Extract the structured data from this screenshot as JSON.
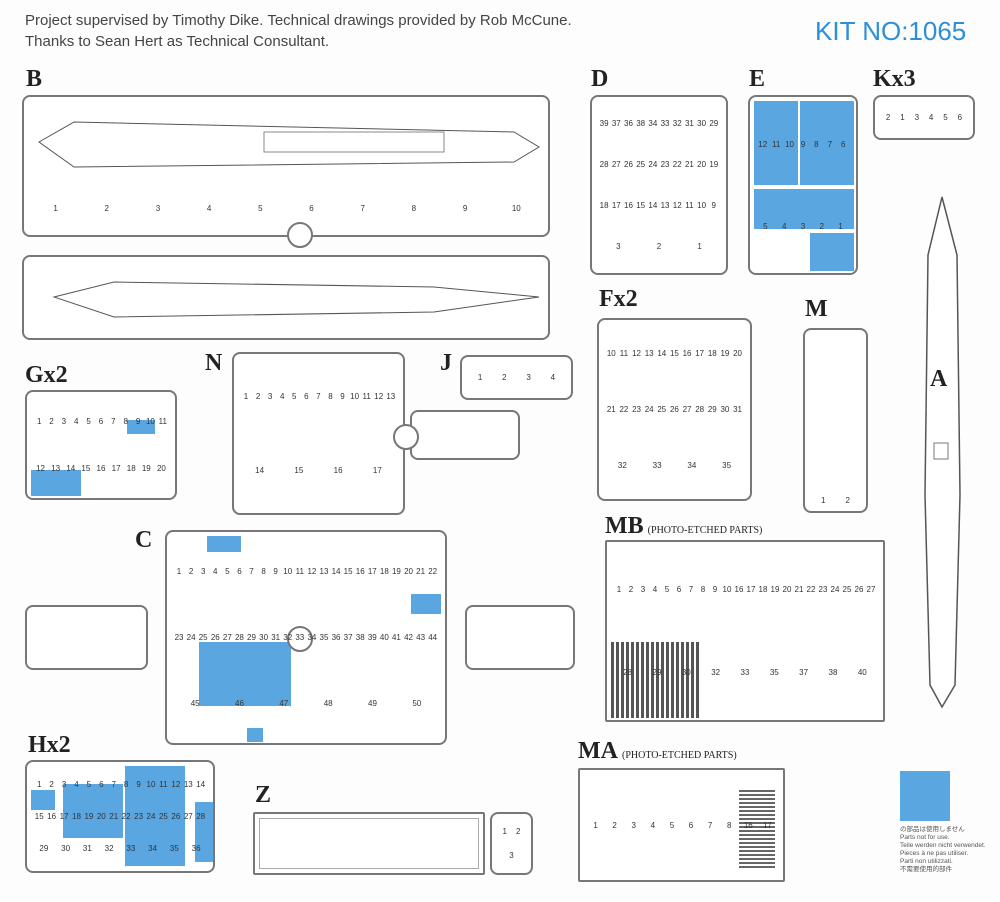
{
  "credits": {
    "line1": "Project supervised by Timothy Dike. Technical drawings provided by Rob McCune.",
    "line2": "Thanks to Sean Hert as Technical Consultant."
  },
  "kit_number": "KIT NO:1065",
  "colors": {
    "unused_parts": "#5aa6e0",
    "kit_number": "#2d8fd8"
  },
  "sprues": {
    "B": {
      "label": "B",
      "parts": [
        "1",
        "2",
        "3",
        "4",
        "5",
        "6",
        "7",
        "8",
        "9",
        "10"
      ]
    },
    "D": {
      "label": "D",
      "parts": [
        "39",
        "37",
        "36",
        "38",
        "34",
        "33",
        "32",
        "31",
        "30",
        "29",
        "28",
        "27",
        "26",
        "25",
        "24",
        "23",
        "22",
        "21",
        "20",
        "19",
        "18",
        "17",
        "16",
        "15",
        "14",
        "13",
        "12",
        "11",
        "10",
        "9",
        "3",
        "2",
        "1"
      ]
    },
    "E": {
      "label": "E",
      "parts": [
        "12",
        "11",
        "10",
        "9",
        "8",
        "7",
        "6",
        "5",
        "4",
        "3",
        "2",
        "1"
      ]
    },
    "Kx3": {
      "label": "Kx3",
      "parts": [
        "2",
        "1",
        "3",
        "4",
        "5",
        "6"
      ]
    },
    "A": {
      "label": "A"
    },
    "Fx2": {
      "label": "Fx2",
      "parts": [
        "10",
        "11",
        "12",
        "13",
        "14",
        "15",
        "16",
        "17",
        "18",
        "19",
        "20",
        "21",
        "22",
        "23",
        "24",
        "25",
        "26",
        "27",
        "28",
        "29",
        "30",
        "31",
        "32",
        "33",
        "34",
        "35"
      ]
    },
    "M": {
      "label": "M",
      "parts": [
        "1",
        "2"
      ]
    },
    "Gx2": {
      "label": "Gx2",
      "parts": [
        "1",
        "2",
        "3",
        "4",
        "5",
        "6",
        "7",
        "8",
        "9",
        "10",
        "11",
        "12",
        "13",
        "14",
        "15",
        "16",
        "17",
        "18",
        "19",
        "20"
      ]
    },
    "N": {
      "label": "N",
      "parts": [
        "1",
        "2",
        "3",
        "4",
        "5",
        "6",
        "7",
        "8",
        "9",
        "10",
        "11",
        "12",
        "13",
        "14",
        "15",
        "16",
        "17"
      ]
    },
    "J": {
      "label": "J",
      "parts": [
        "1",
        "2",
        "3",
        "4"
      ]
    },
    "C": {
      "label": "C",
      "parts": [
        "1",
        "2",
        "3",
        "4",
        "5",
        "6",
        "7",
        "8",
        "9",
        "10",
        "11",
        "12",
        "13",
        "14",
        "15",
        "16",
        "17",
        "18",
        "19",
        "20",
        "21",
        "22",
        "23",
        "24",
        "25",
        "26",
        "27",
        "28",
        "29",
        "30",
        "31",
        "32",
        "33",
        "34",
        "35",
        "36",
        "37",
        "38",
        "39",
        "40",
        "41",
        "42",
        "43",
        "44",
        "45",
        "46",
        "47",
        "48",
        "49",
        "50"
      ]
    },
    "MB": {
      "label": "MB",
      "note": "(PHOTO-ETCHED PARTS)",
      "parts": [
        "1",
        "2",
        "3",
        "4",
        "5",
        "6",
        "7",
        "8",
        "9",
        "10",
        "16",
        "17",
        "18",
        "19",
        "20",
        "21",
        "22",
        "23",
        "24",
        "25",
        "26",
        "27",
        "28",
        "29",
        "30",
        "32",
        "33",
        "35",
        "37",
        "38",
        "40"
      ]
    },
    "Hx2": {
      "label": "Hx2",
      "parts": [
        "1",
        "2",
        "3",
        "4",
        "5",
        "6",
        "7",
        "8",
        "9",
        "10",
        "11",
        "12",
        "13",
        "14",
        "15",
        "16",
        "17",
        "18",
        "19",
        "20",
        "21",
        "22",
        "23",
        "24",
        "25",
        "26",
        "27",
        "28",
        "29",
        "30",
        "31",
        "32",
        "33",
        "34",
        "35",
        "36"
      ]
    },
    "Z": {
      "label": "Z",
      "parts": [
        "1",
        "2",
        "3"
      ]
    },
    "MA": {
      "label": "MA",
      "note": "(PHOTO-ETCHED PARTS)",
      "parts": [
        "1",
        "2",
        "3",
        "4",
        "5",
        "6",
        "7",
        "8",
        "16",
        "17"
      ]
    }
  },
  "legend": {
    "lines": [
      "の部品は使用しません",
      "Parts not for use.",
      "Teile werden nicht verwendet.",
      "Pieces à ne pas utiliser.",
      "Parti non utilizzati.",
      "不需要使用的部件"
    ]
  }
}
